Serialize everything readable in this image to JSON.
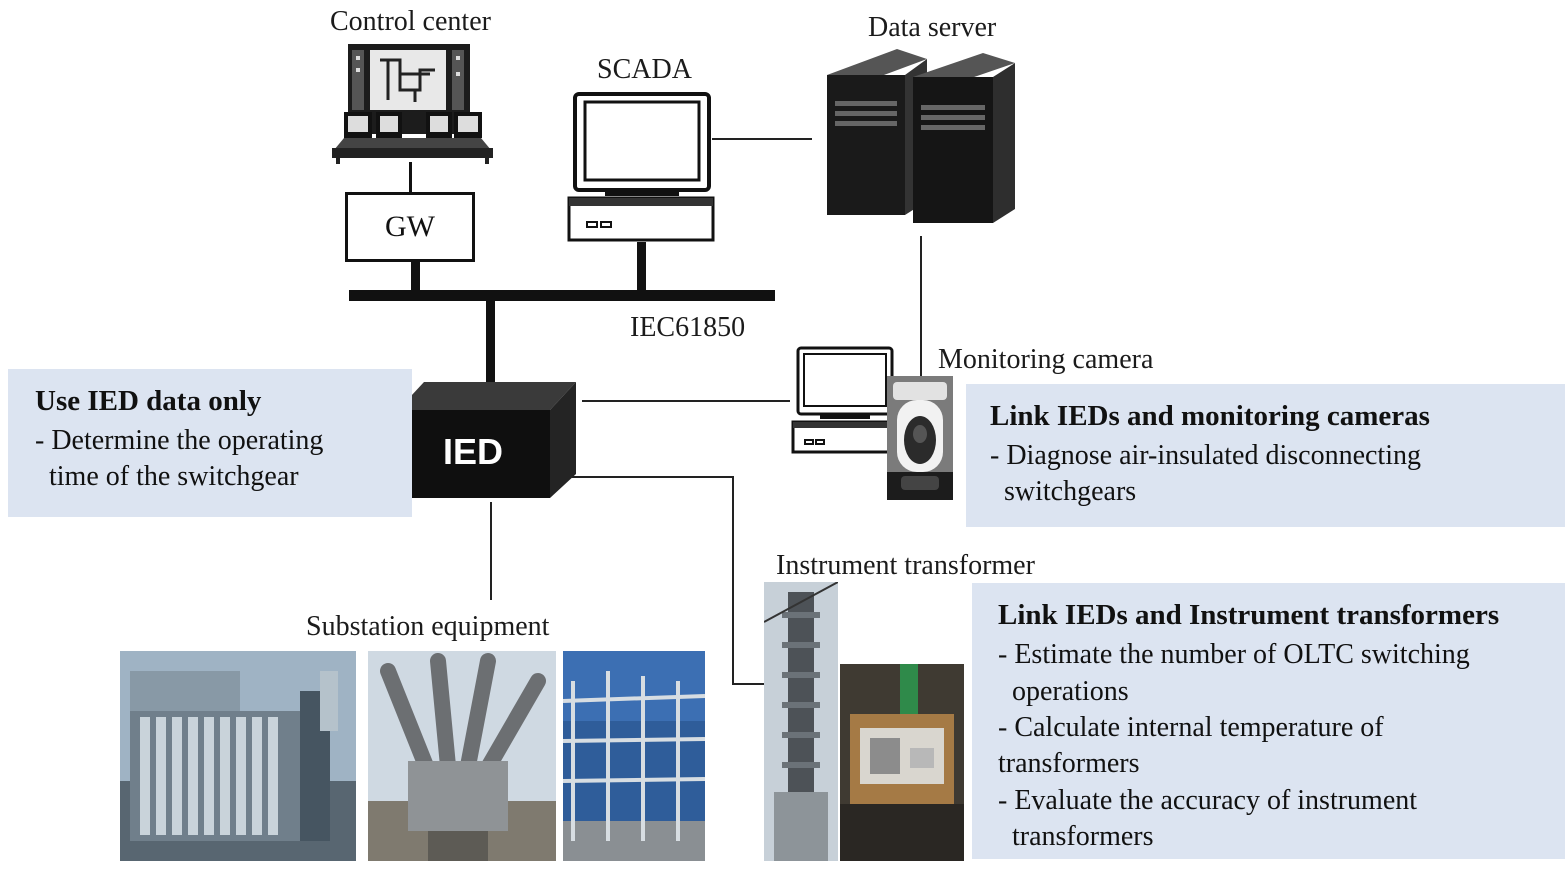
{
  "labels": {
    "control_center": "Control center",
    "scada": "SCADA",
    "data_server": "Data server",
    "gw": "GW",
    "bus": "IEC61850",
    "ied": "IED",
    "monitoring_camera": "Monitoring camera",
    "instrument_transformer": "Instrument transformer",
    "substation_equipment": "Substation equipment"
  },
  "boxes": {
    "ied_only": {
      "title": "Use IED data only",
      "lines": [
        "- Determine the operating",
        "  time of the switchgear"
      ]
    },
    "cameras": {
      "title": "Link IEDs and monitoring cameras",
      "lines": [
        "- Diagnose air-insulated disconnecting",
        "  switchgears"
      ]
    },
    "transformers": {
      "title": "Link IEDs and Instrument transformers",
      "lines": [
        "- Estimate the number of OLTC switching",
        "  operations",
        "- Calculate internal temperature of",
        "transformers",
        "- Evaluate the accuracy of instrument",
        "  transformers"
      ]
    }
  },
  "colors": {
    "panel": "#dce4f1",
    "device": "#111111"
  },
  "icons": [
    "control-center-console-icon",
    "scada-computer-icon",
    "data-server-icon",
    "ied-device-icon",
    "monitoring-computer-icon",
    "camera-photo"
  ]
}
